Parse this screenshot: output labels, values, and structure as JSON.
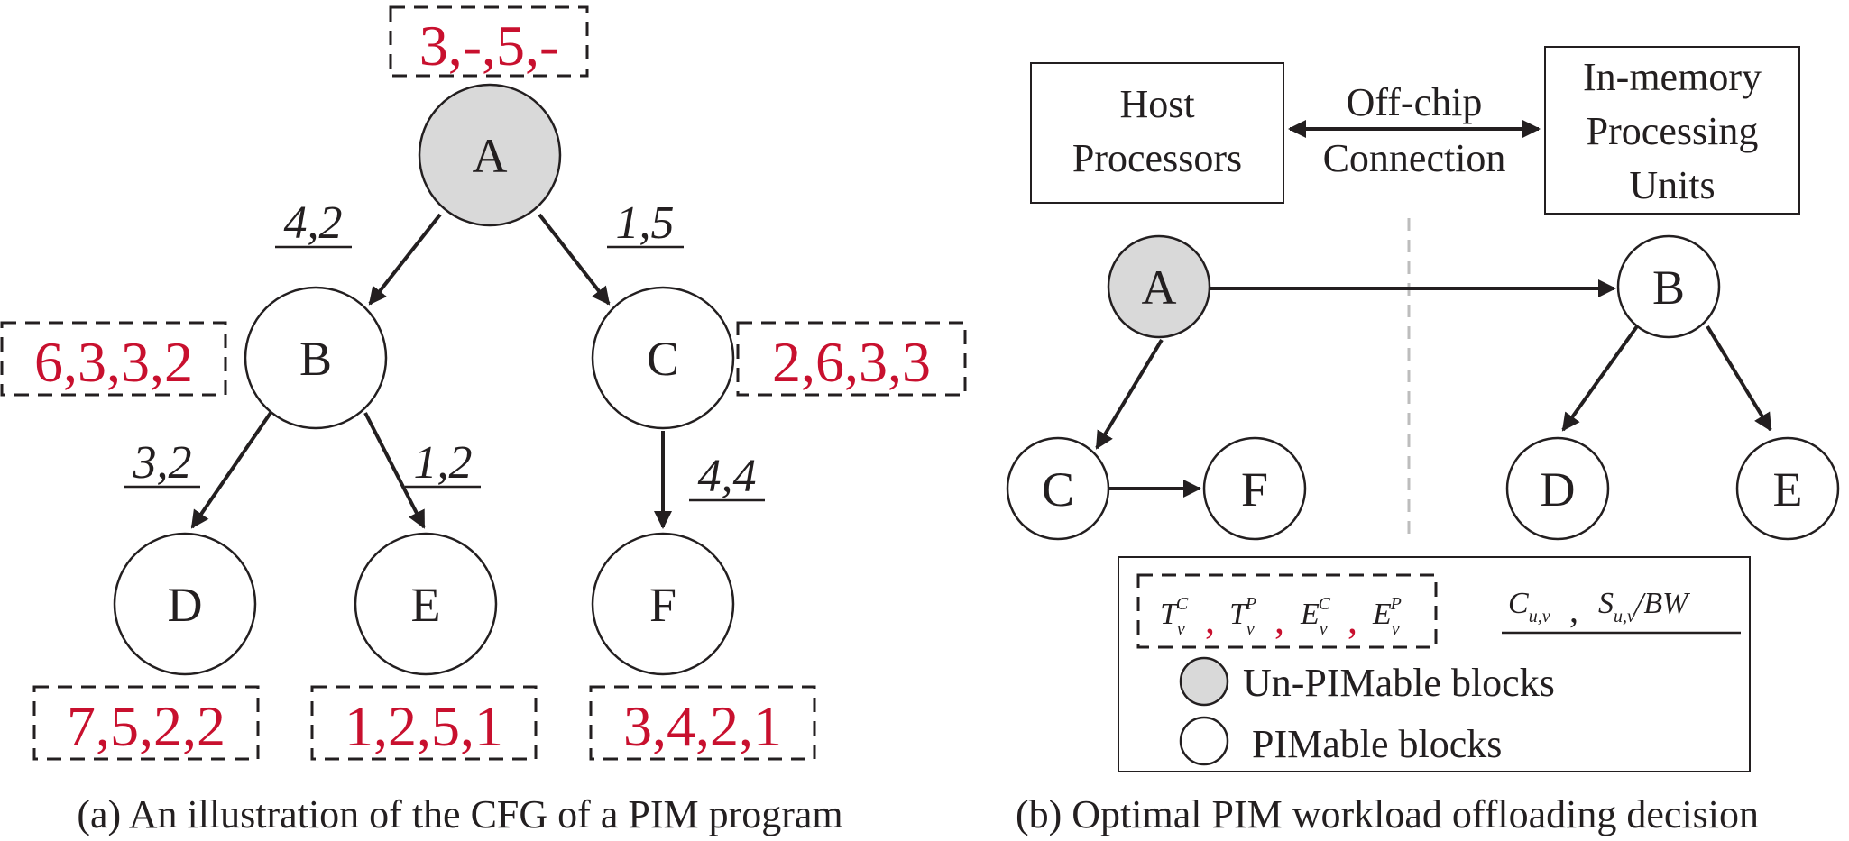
{
  "colors": {
    "ink": "#231f20",
    "unpim_fill": "#d9d9d9",
    "pim_fill": "#ffffff",
    "annotation": "#c8102e",
    "divider": "#bdbdbd"
  },
  "panel_a": {
    "caption": "(a) An illustration of the CFG of a PIM program",
    "nodes": {
      "A": "A",
      "B": "B",
      "C": "C",
      "D": "D",
      "E": "E",
      "F": "F"
    },
    "annotations": {
      "A": "3,-,5,-",
      "B": "6,3,3,2",
      "C": "2,6,3,3",
      "D": "7,5,2,2",
      "E": "1,2,5,1",
      "F": "3,4,2,1"
    },
    "edge_labels": {
      "AB": "4,2",
      "AC": "1,5",
      "BD": "3,2",
      "BE": "1,2",
      "CF": "4,4"
    }
  },
  "panel_b": {
    "caption": "(b) Optimal PIM workload offloading decision",
    "host": [
      "Host",
      "Processors"
    ],
    "link": [
      "Off-chip",
      "Connection"
    ],
    "pim": [
      "In-memory",
      "Processing",
      "Units"
    ],
    "nodes": {
      "A": "A",
      "B": "B",
      "C": "C",
      "D": "D",
      "E": "E",
      "F": "F"
    },
    "legend": {
      "tuple_sep": ",",
      "unpim_label": "Un-PIMable blocks",
      "pim_label": "PIMable blocks"
    }
  }
}
